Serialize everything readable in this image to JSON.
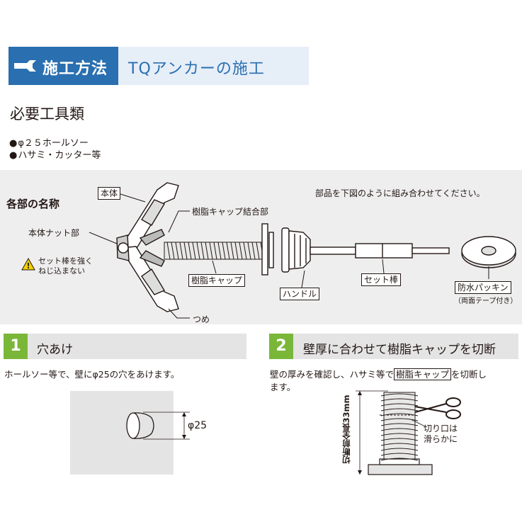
{
  "header": {
    "category": "施工方法",
    "title": "TQアンカーの施工"
  },
  "tools": {
    "title": "必要工具類",
    "items": [
      "φ２５ホールソー",
      "ハサミ・カッター等"
    ]
  },
  "parts": {
    "title": "各部の名称",
    "instruction": "部品を下図のように組み合わせてください。",
    "labels": {
      "body": "本体",
      "cap_joint": "樹脂キャップ結合部",
      "body_nut": "本体ナット部",
      "warning_line1": "セット棒を強く",
      "warning_line2": "ねじ込まない",
      "resin_cap": "樹脂キャップ",
      "claw": "つめ",
      "handle": "ハンドル",
      "set_rod": "セット棒",
      "packing": "防水パッキン",
      "packing_note": "（両面テープ付き）"
    },
    "warning_icon": "warning-triangle-icon"
  },
  "step1": {
    "number": "1",
    "title": "穴あけ",
    "description": "ホールソー等で、壁にφ25の穴をあけます。",
    "dimension": "φ25"
  },
  "step2": {
    "number": "2",
    "title": "壁厚に合わせて樹脂キャップを切断",
    "description_pre": "壁の厚みを確認し、ハサミ等で",
    "description_boxed": "樹脂キャップ",
    "description_post": "を切断し",
    "description_line2": "ます。",
    "dimension_label": "切断前全長33mm",
    "cut_note_line1": "切り口は",
    "cut_note_line2": "滑らかに"
  },
  "colors": {
    "brand_blue": "#2a6fb0",
    "header_light": "#e6eef8",
    "step_green": "#7ab739",
    "step_bar_gray": "#e4e4e4",
    "panel_gray": "#eeeeee"
  }
}
